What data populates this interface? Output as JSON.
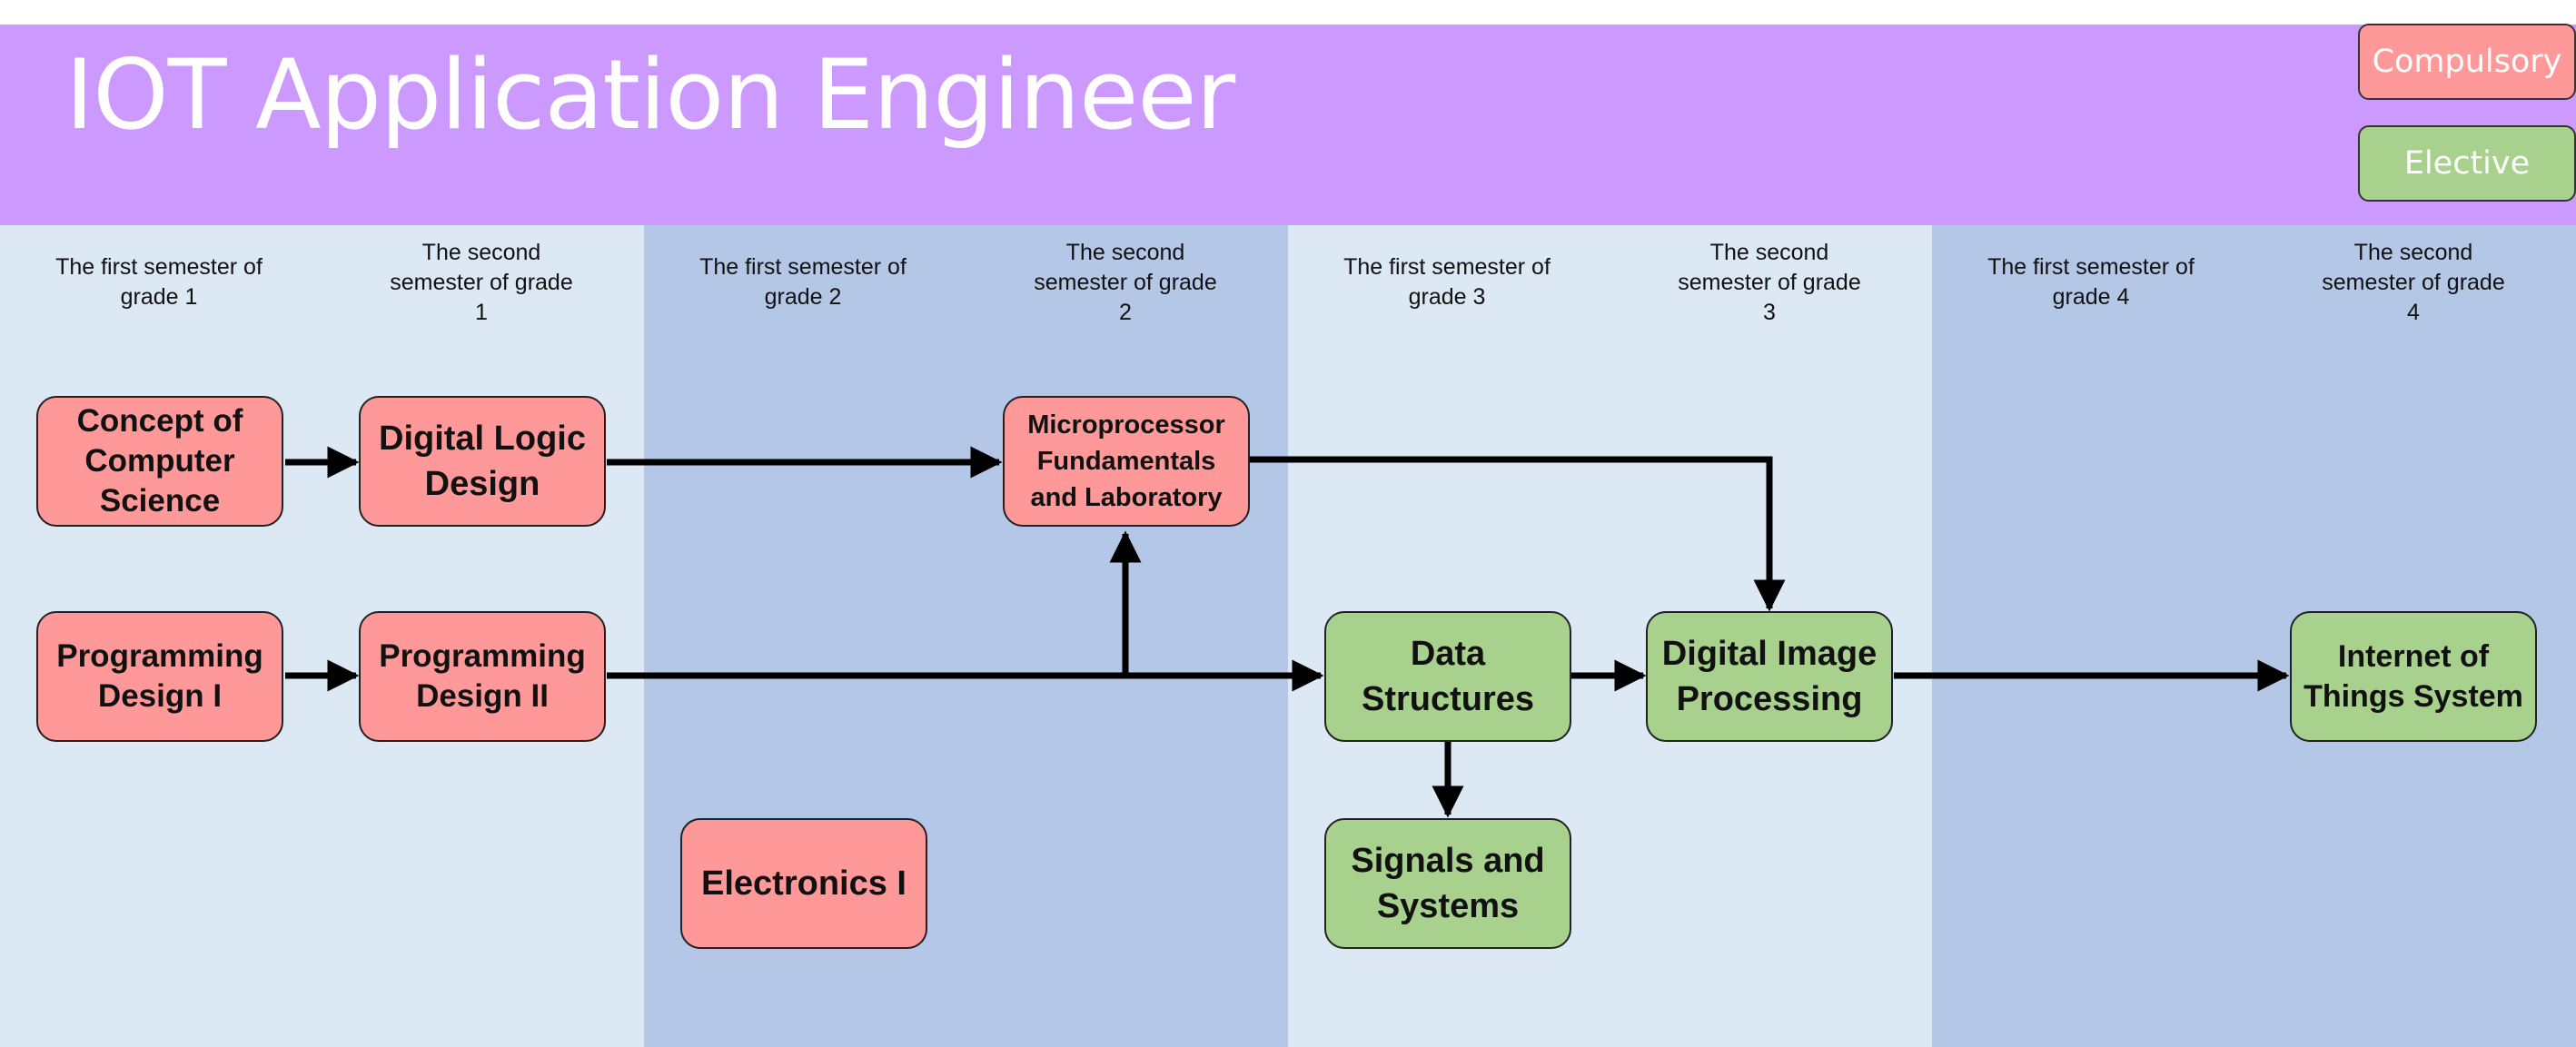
{
  "title": "IOT Application Engineer",
  "legend": {
    "compulsory": "Compulsory",
    "elective": "Elective"
  },
  "colors": {
    "header": "#cc99ff",
    "compulsory": "#ff9999",
    "elective": "#a9d18e",
    "band_light": "#dde8f5",
    "band_dark": "#b4c7e7"
  },
  "semesters": [
    "The first semester of grade 1",
    "The second semester of grade 1",
    "The first semester of grade 2",
    "The second semester of grade 2",
    "The first semester of grade 3",
    "The second semester of grade 3",
    "The first semester of grade 4",
    "The second semester of grade 4"
  ],
  "courses": {
    "concept": "Concept of Computer Science",
    "digital_logic": "Digital Logic Design",
    "microprocessor": "Microprocessor Fundamentals and Laboratory",
    "programming1": "Programming Design I",
    "programming2": "Programming Design II",
    "data_structures": "Data Structures",
    "image_processing": "Digital Image Processing",
    "iot_system": "Internet of Things System",
    "electronics1": "Electronics I",
    "signals": "Signals and Systems"
  }
}
